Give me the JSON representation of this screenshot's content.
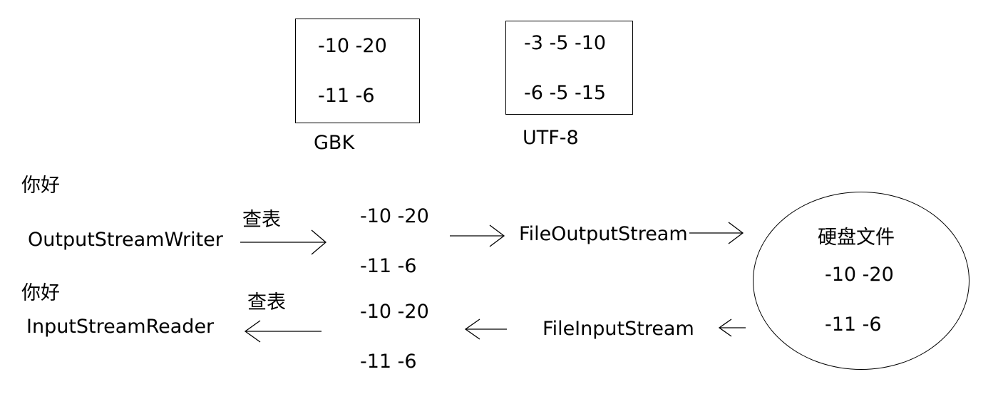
{
  "gbk_box": {
    "line1": "-10 -20",
    "line2": "-11 -6",
    "label": "GBK"
  },
  "utf8_box": {
    "line1": "-3 -5 -10",
    "line2": "-6 -5 -15",
    "label": "UTF-8"
  },
  "write_path": {
    "text": "你好",
    "writer": "OutputStreamWriter",
    "lookup": "查表",
    "bytes_line1": "-10 -20",
    "bytes_line2": "-11 -6",
    "stream": "FileOutputStream"
  },
  "disk": {
    "title": "硬盘文件",
    "line1": "-10 -20",
    "line2": "-11 -6"
  },
  "read_path": {
    "text": "你好",
    "reader": "InputStreamReader",
    "lookup": "查表",
    "bytes_line1": "-10 -20",
    "bytes_line2": "-11 -6",
    "stream": "FileInputStream"
  }
}
